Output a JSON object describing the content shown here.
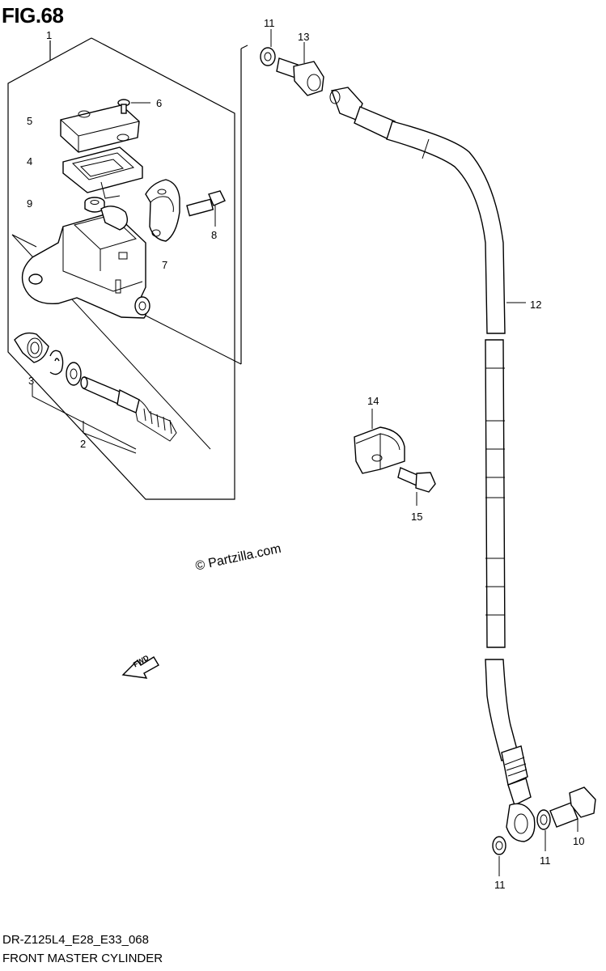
{
  "figure_label": "FIG.68",
  "watermark": "© Partzilla.com",
  "model_code": "DR-Z125L4_E28_E33_068",
  "diagram_title": "FRONT MASTER CYLINDER",
  "direction_arrow": "FWD",
  "callouts": [
    "1",
    "2",
    "3",
    "4",
    "5",
    "6",
    "7",
    "8",
    "9",
    "10",
    "11",
    "11",
    "11",
    "12",
    "13",
    "14",
    "15"
  ]
}
